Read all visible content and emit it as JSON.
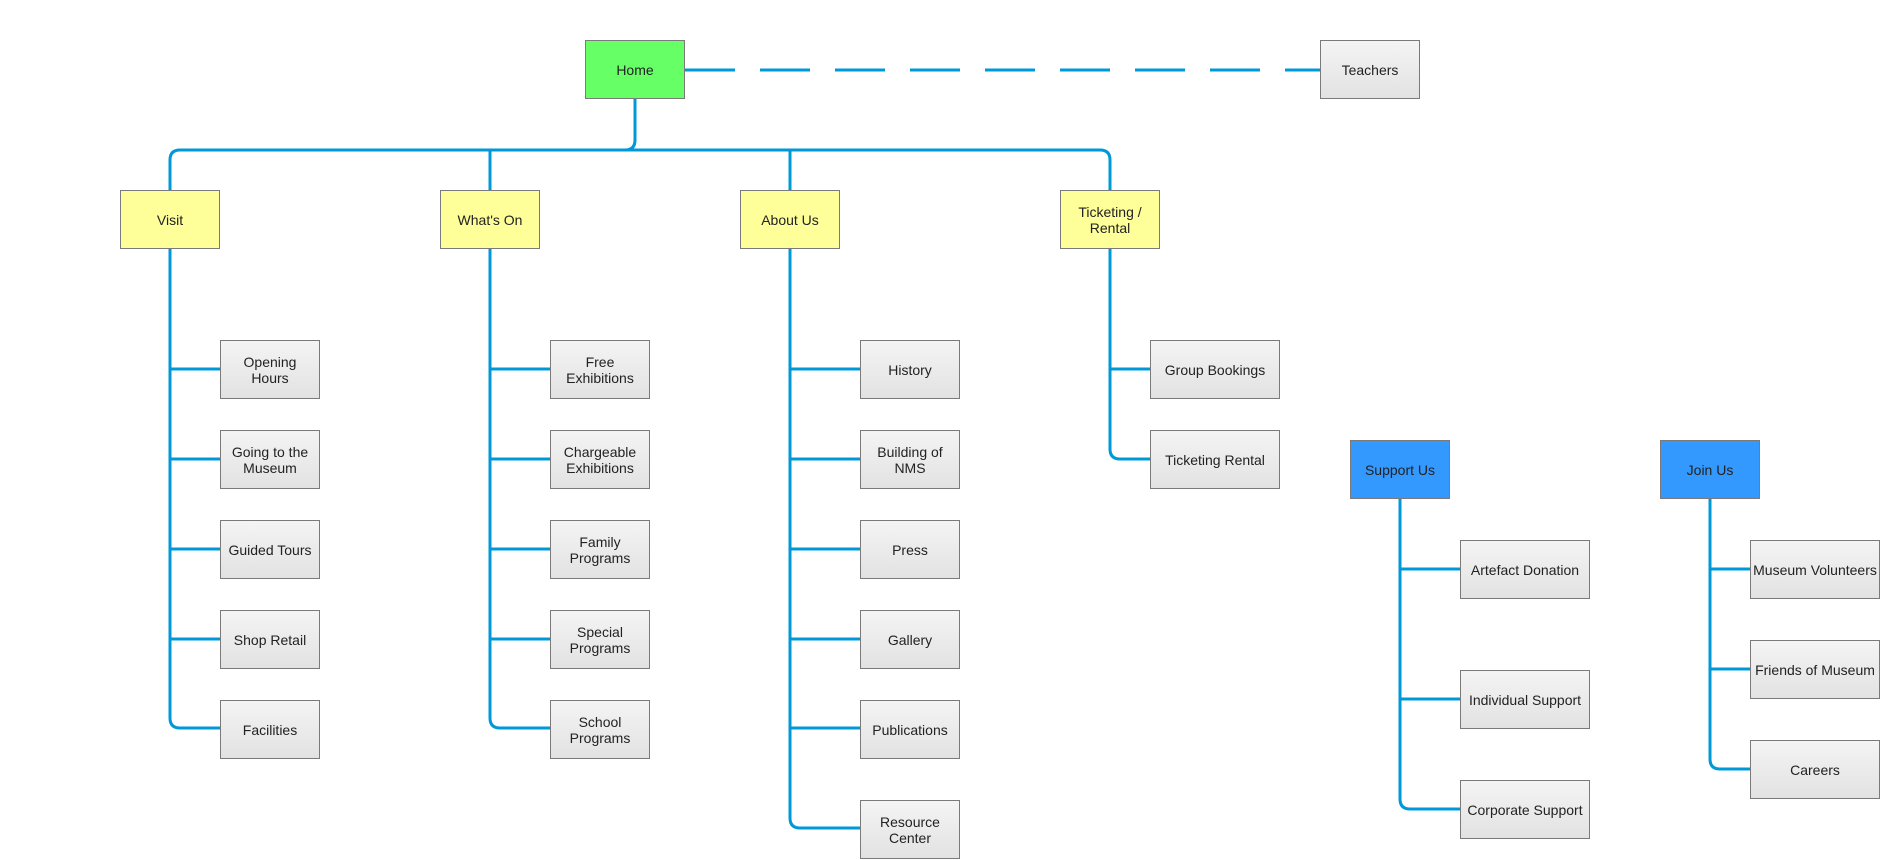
{
  "colors": {
    "connector": "#0099d8",
    "root_fill": "#66ff66",
    "section_fill": "#ffff99",
    "aside_fill": "#3399ff",
    "page_fill": "#e8e8e8"
  },
  "home": {
    "label": "Home"
  },
  "teachers": {
    "label": "Teachers"
  },
  "visit": {
    "label": "Visit",
    "children": [
      "Opening Hours",
      "Going to the Museum",
      "Guided Tours",
      "Shop Retail",
      "Facilities"
    ]
  },
  "whats_on": {
    "label": "What's On",
    "children": [
      "Free Exhibitions",
      "Chargeable Exhibitions",
      "Family Programs",
      "Special Programs",
      "School Programs"
    ]
  },
  "about_us": {
    "label": "About Us",
    "children": [
      "History",
      "Building of NMS",
      "Press",
      "Gallery",
      "Publications",
      "Resource Center"
    ]
  },
  "ticketing": {
    "label": "Ticketing / Rental",
    "children": [
      "Group Bookings",
      "Ticketing Rental"
    ]
  },
  "support_us": {
    "label": "Support Us",
    "children": [
      "Artefact Donation",
      "Individual Support",
      "Corporate Support"
    ]
  },
  "join_us": {
    "label": "Join Us",
    "children": [
      "Museum Volunteers",
      "Friends of Museum",
      "Careers"
    ]
  }
}
